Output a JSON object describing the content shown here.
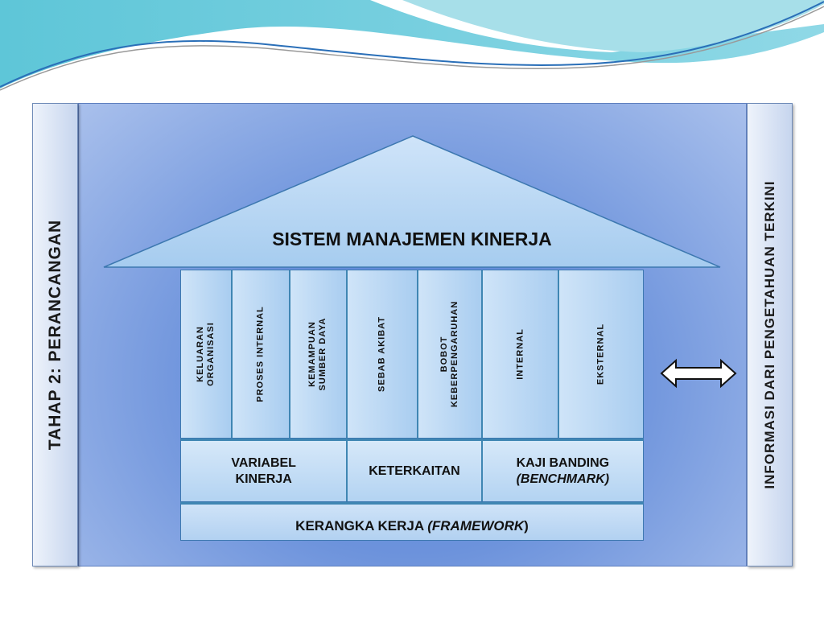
{
  "left_bar": "TAHAP 2: PERANCANGAN",
  "right_bar": "INFORMASI DARI PENGETAHUAN TERKINI",
  "roof_title": "SISTEM MANAJEMEN KINERJA",
  "columns": [
    {
      "line1": "KELUARAN",
      "line2": "ORGANISASI"
    },
    {
      "line1": "PROSES INTERNAL",
      "line2": ""
    },
    {
      "line1": "KEMAMPUAN",
      "line2": "SUMBER DAYA"
    },
    {
      "line1": "SEBAB AKIBAT",
      "line2": ""
    },
    {
      "line1": "BOBOT",
      "line2": "KEBERPENGARUHAN"
    },
    {
      "line1": "INTERNAL",
      "line2": ""
    },
    {
      "line1": "EKSTERNAL",
      "line2": ""
    }
  ],
  "middle_row": [
    {
      "line1": "VARIABEL",
      "line2": "KINERJA"
    },
    {
      "line1": "KETERKAITAN",
      "line2": ""
    },
    {
      "line1": "KAJI BANDING",
      "line2": "(BENCHMARK)"
    }
  ],
  "foundation": {
    "text": "KERANGKA KERJA ",
    "italic": "(FRAMEWORK",
    "close": ")"
  },
  "icons": {
    "arrow": "double-arrow-icon"
  }
}
